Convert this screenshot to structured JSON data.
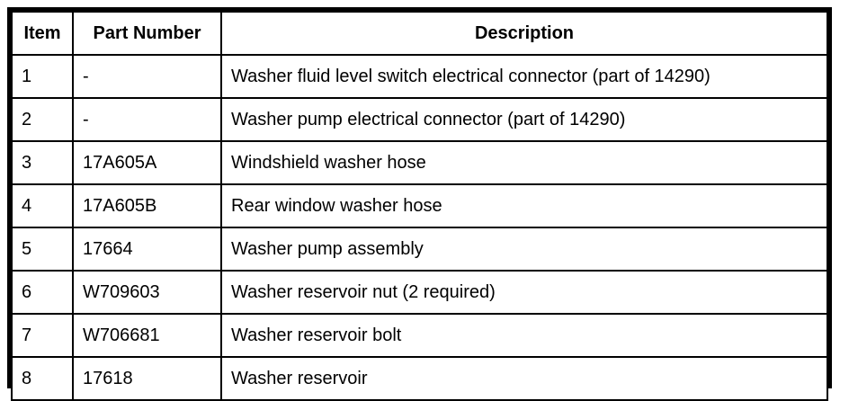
{
  "table": {
    "columns": [
      {
        "key": "item",
        "label": "Item",
        "align": "center"
      },
      {
        "key": "part_number",
        "label": "Part Number",
        "align": "center"
      },
      {
        "key": "description",
        "label": "Description",
        "align": "center"
      }
    ],
    "rows": [
      {
        "item": "1",
        "part_number": "-",
        "description": "Washer fluid level switch electrical connector (part of 14290)"
      },
      {
        "item": "2",
        "part_number": "-",
        "description": "Washer pump electrical connector (part of 14290)"
      },
      {
        "item": "3",
        "part_number": "17A605A",
        "description": "Windshield washer hose"
      },
      {
        "item": "4",
        "part_number": "17A605B",
        "description": "Rear window washer hose"
      },
      {
        "item": "5",
        "part_number": "17664",
        "description": "Washer pump assembly"
      },
      {
        "item": "6",
        "part_number": "W709603",
        "description": "Washer reservoir nut (2 required)"
      },
      {
        "item": "7",
        "part_number": "W706681",
        "description": "Washer reservoir bolt"
      },
      {
        "item": "8",
        "part_number": "17618",
        "description": "Washer reservoir"
      }
    ]
  },
  "style": {
    "background_color": "#ffffff",
    "border_color": "#000000",
    "text_color": "#000000"
  }
}
